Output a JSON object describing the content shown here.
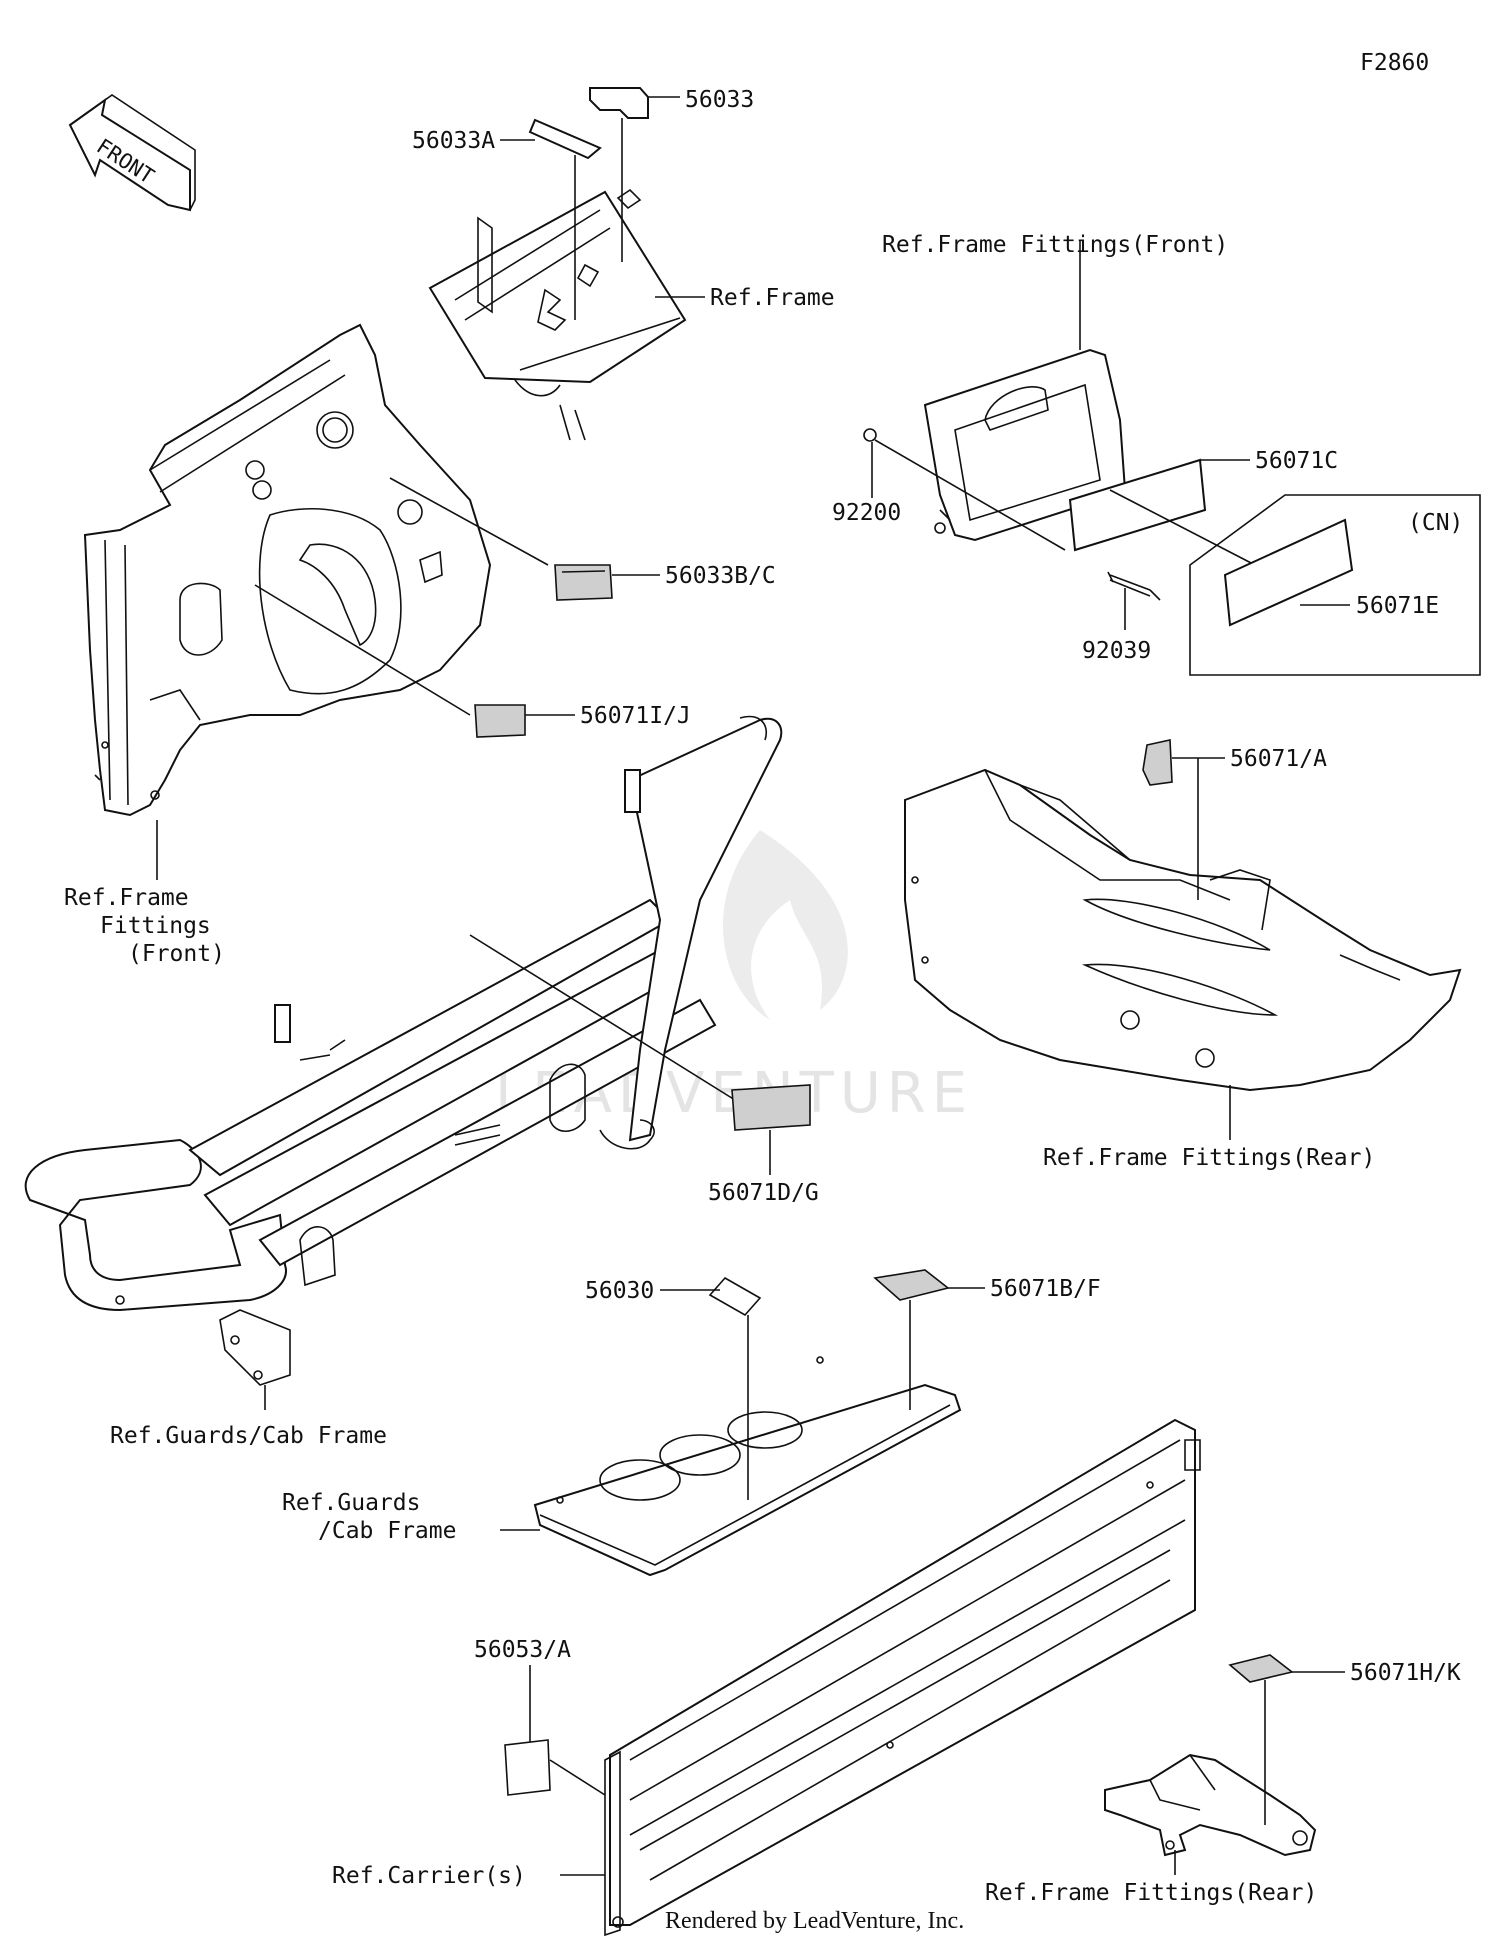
{
  "figure_code": "F2860",
  "front_arrow_text": "FRONT",
  "watermark": "LEADVENTURE",
  "credit": "Rendered by LeadVenture, Inc.",
  "labels": {
    "p56033": "56033",
    "p56033A": "56033A",
    "ref_frame": "Ref.Frame",
    "ref_frame_fittings_front_top": "Ref.Frame Fittings(Front)",
    "p56071C": "56071C",
    "p92200": "92200",
    "cn": "(CN)",
    "p56071E": "56071E",
    "p92039": "92039",
    "p56033BC": "56033B/C",
    "p56071IJ": "56071I/J",
    "ref_frame_fittings_front_left": [
      "Ref.Frame",
      "Fittings",
      "(Front)"
    ],
    "p56071A": "56071/A",
    "ref_frame_fittings_rear_mid": "Ref.Frame Fittings(Rear)",
    "p56071DG": "56071D/G",
    "ref_guards_cab_frame_left": "Ref.Guards/Cab Frame",
    "p56030": "56030",
    "p56071BF": "56071B/F",
    "ref_guards_cab_frame_plate": [
      "Ref.Guards",
      "/Cab Frame"
    ],
    "p56053A": "56053/A",
    "p56071HK": "56071H/K",
    "ref_carriers": "Ref.Carrier(s)",
    "ref_frame_fittings_rear_bottom": "Ref.Frame Fittings(Rear)"
  }
}
